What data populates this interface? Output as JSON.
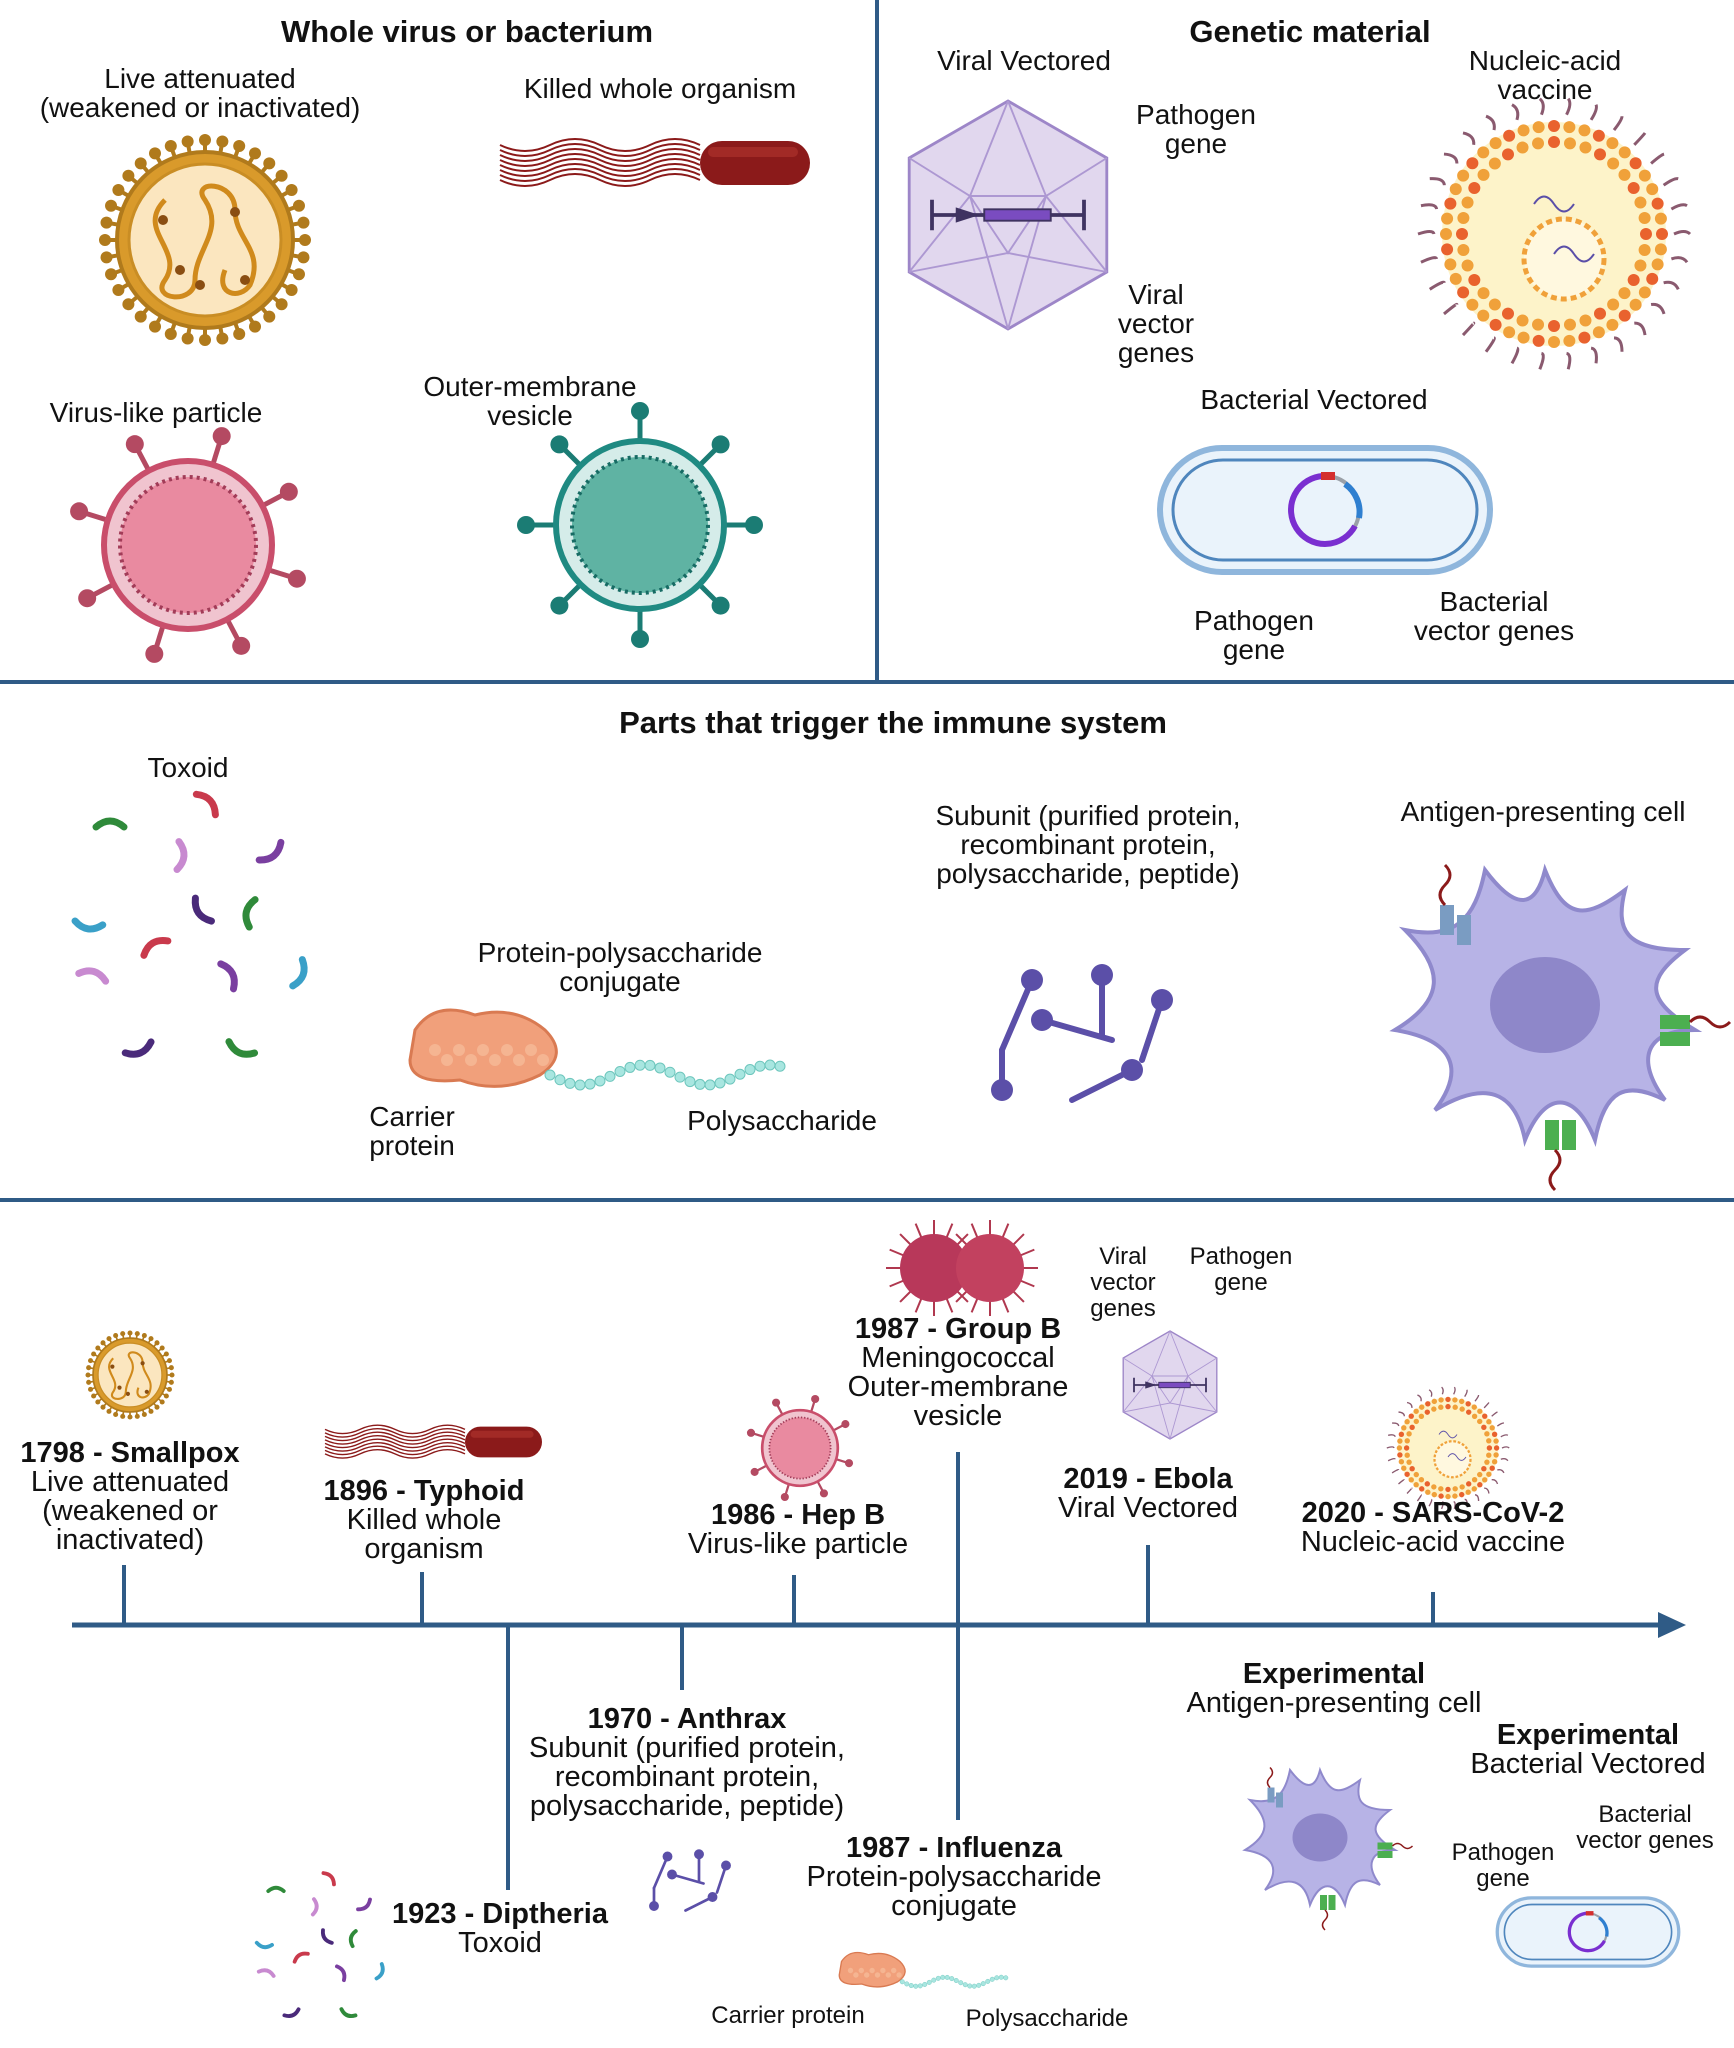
{
  "sections": {
    "whole": {
      "title": "Whole virus or bacterium",
      "live_attenuated": [
        "Live attenuated",
        "(weakened or inactivated)"
      ],
      "killed_whole": "Killed whole organism",
      "vlp": "Virus-like particle",
      "omv": [
        "Outer-membrane",
        "vesicle"
      ]
    },
    "genetic": {
      "title": "Genetic material",
      "viral_vectored": "Viral Vectored",
      "pathogen_gene": [
        "Pathogen",
        "gene"
      ],
      "viral_vector_genes": [
        "Viral",
        "vector",
        "genes"
      ],
      "nucleic_acid": [
        "Nucleic-acid",
        "vaccine"
      ],
      "bacterial_vectored": "Bacterial Vectored",
      "bact_pathogen_gene": [
        "Pathogen",
        "gene"
      ],
      "bacterial_vector_genes": [
        "Bacterial",
        "vector genes"
      ]
    },
    "parts": {
      "title": "Parts that trigger the immune system",
      "toxoid": "Toxoid",
      "conjugate": [
        "Protein-polysaccharide",
        "conjugate"
      ],
      "carrier_protein": [
        "Carrier",
        "protein"
      ],
      "polysaccharide": "Polysaccharide",
      "subunit": [
        "Subunit (purified protein,",
        "recombinant protein,",
        "polysaccharide, peptide)"
      ],
      "apc": "Antigen-presenting cell"
    }
  },
  "timeline": {
    "events": [
      {
        "id": "smallpox",
        "title": "1798 - Smallpox",
        "lines": [
          "Live attenuated",
          "(weakened or",
          "inactivated)"
        ]
      },
      {
        "id": "typhoid",
        "title": "1896 - Typhoid",
        "lines": [
          "Killed whole",
          "organism"
        ]
      },
      {
        "id": "diptheria",
        "title": "1923 - Diptheria",
        "lines": [
          "Toxoid"
        ]
      },
      {
        "id": "anthrax",
        "title": "1970 - Anthrax",
        "lines": [
          "Subunit (purified protein,",
          "recombinant protein,",
          "polysaccharide, peptide)"
        ]
      },
      {
        "id": "hepb",
        "title": "1986 - Hep B",
        "lines": [
          "Virus-like particle"
        ]
      },
      {
        "id": "groupb",
        "title": "1987 - Group B",
        "lines": [
          "Meningococcal",
          "Outer-membrane",
          "vesicle"
        ]
      },
      {
        "id": "influenza",
        "title": "1987 - Influenza",
        "lines": [
          "Protein-polysaccharide",
          "conjugate"
        ]
      },
      {
        "id": "ebola",
        "title": "2019 - Ebola",
        "lines": [
          "Viral Vectored"
        ]
      },
      {
        "id": "sars",
        "title": "2020 - SARS-CoV-2",
        "lines": [
          "Nucleic-acid vaccine"
        ]
      },
      {
        "id": "exp_apc",
        "title": "Experimental",
        "lines": [
          "Antigen-presenting cell"
        ]
      },
      {
        "id": "exp_bact",
        "title": "Experimental",
        "lines": [
          "Bacterial Vectored"
        ]
      }
    ],
    "small_labels": {
      "viral_vector_genes": [
        "Viral",
        "vector",
        "genes"
      ],
      "pathogen_gene": [
        "Pathogen",
        "gene"
      ],
      "carrier_protein": "Carrier protein",
      "polysaccharide": "Polysaccharide",
      "bact_pathogen_gene": [
        "Pathogen",
        "gene"
      ],
      "bacterial_vector_genes": [
        "Bacterial",
        "vector genes"
      ]
    }
  },
  "colors": {
    "divider": "#2f5b86",
    "timeline": "#2f5b86",
    "virus_orange": "#d99a2b",
    "bacterium_red": "#8b1a1a",
    "vlp_pink": "#c94e6b",
    "omv_teal": "#1f8a82",
    "vector_purple": "#c9b7e0",
    "subunit_purple": "#5b4fa8",
    "apc_lavender": "#b7b3e6",
    "bacterial_blue": "#8fb6dc"
  },
  "icons": [
    "live-attenuated-virus-icon",
    "killed-bacterium-icon",
    "virus-like-particle-icon",
    "outer-membrane-vesicle-icon",
    "viral-vector-icon",
    "lipid-nanoparticle-icon",
    "bacterial-vector-icon",
    "toxoid-icon",
    "conjugate-icon",
    "subunit-icon",
    "antigen-presenting-cell-icon",
    "meningococcus-icon"
  ]
}
